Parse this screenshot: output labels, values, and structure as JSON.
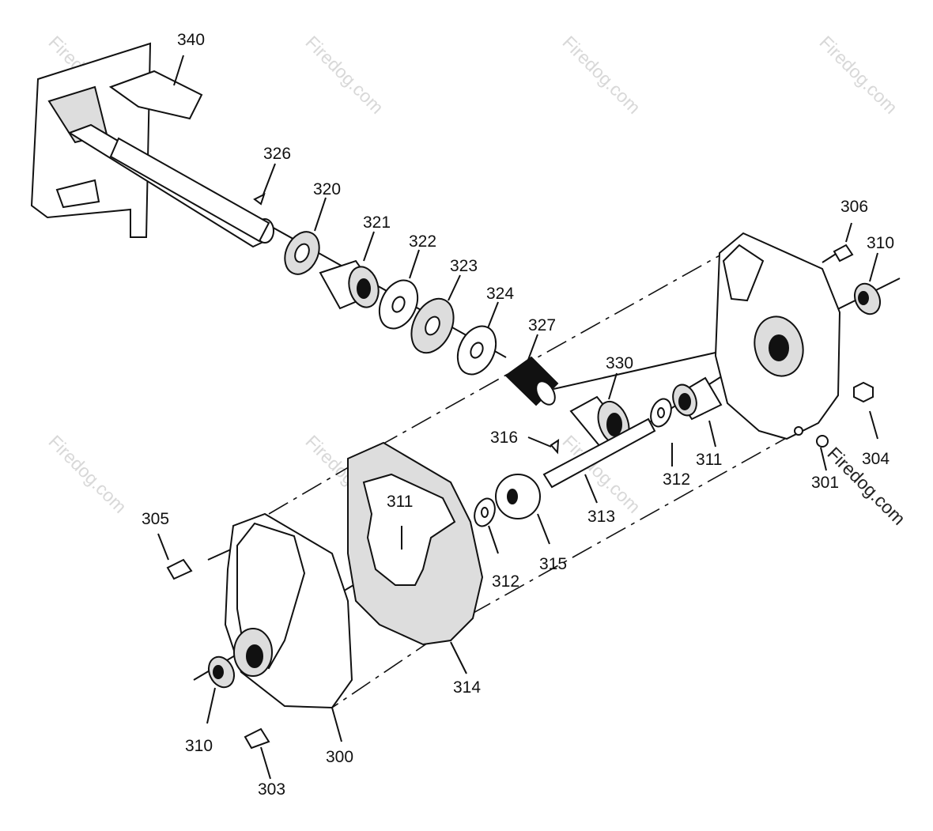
{
  "watermark": "Firedog.com",
  "callouts": {
    "c340": "340",
    "c326": "326",
    "c320": "320",
    "c321": "321",
    "c322": "322",
    "c323": "323",
    "c324": "324",
    "c327": "327",
    "c330": "330",
    "c316": "316",
    "c311a": "311",
    "c311b": "311",
    "c312a": "312",
    "c312b": "312",
    "c313": "313",
    "c315": "315",
    "c306": "306",
    "c310a": "310",
    "c310b": "310",
    "c304": "304",
    "c301": "301",
    "c305": "305",
    "c314": "314",
    "c300": "300",
    "c303": "303"
  }
}
